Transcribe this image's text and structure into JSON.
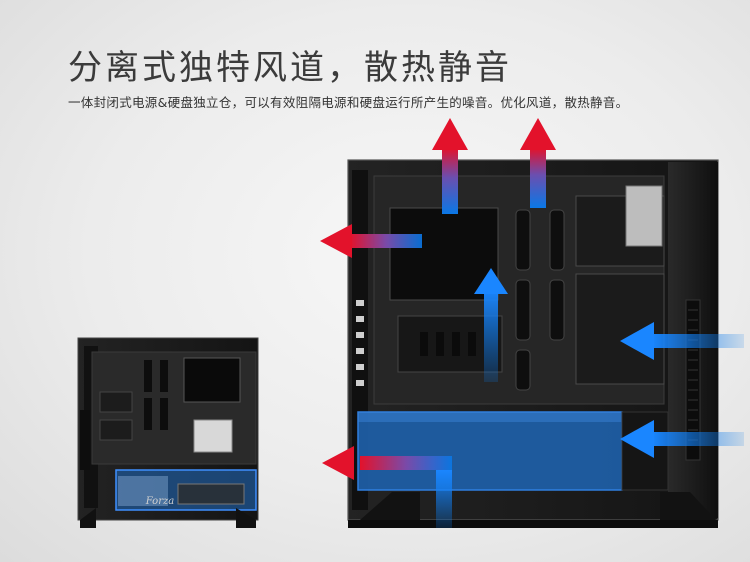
{
  "headline": "分离式独特风道，散热静音",
  "subline": "一体封闭式电源&硬盘独立仓，可以有效阻隔电源和硬盘运行所产生的噪音。优化风道，散热静音。",
  "brand_label": "Forza",
  "colors": {
    "airflow_hot": "#e3122b",
    "airflow_cool": "#0a78e6",
    "psu_shroud": "#1e5fa8",
    "case_body": "#1c1c1c",
    "background": "#ececec"
  },
  "icons": {
    "exhaust_arrows": "up-arrow-red-gradient",
    "rear_exhaust_arrows": "left-arrow-red-gradient",
    "intake_arrows": "left-arrow-blue-gradient"
  }
}
